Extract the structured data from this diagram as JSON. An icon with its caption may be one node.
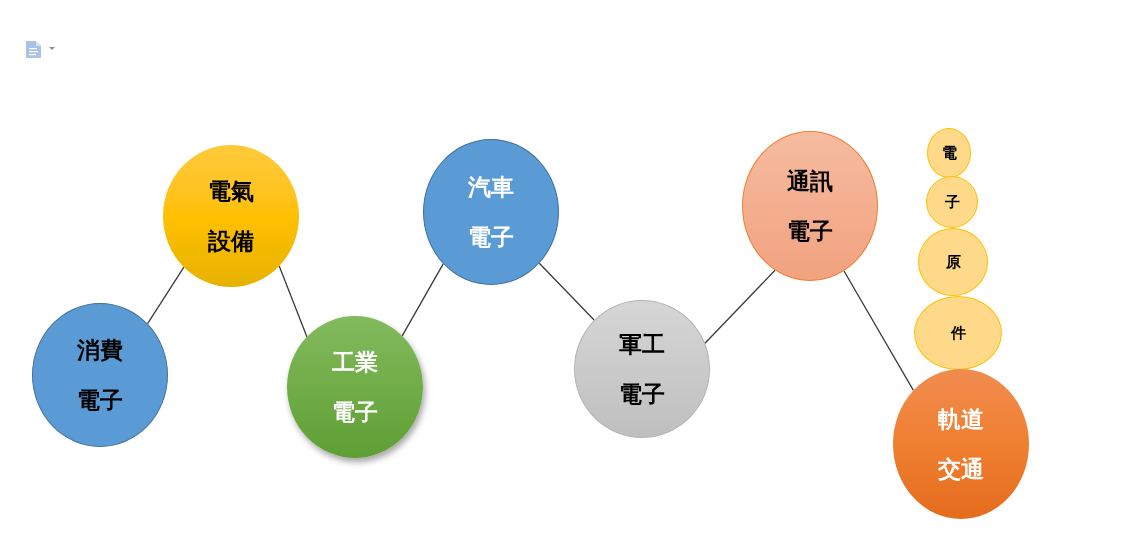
{
  "diagram": {
    "nodes": [
      {
        "text": [
          "消費電子"
        ]
      },
      {
        "text": [
          "電氣設備"
        ]
      },
      {
        "text": [
          "工業電子"
        ]
      },
      {
        "text": [
          "汽車電子"
        ]
      },
      {
        "text": [
          "軍工電子"
        ]
      },
      {
        "text": [
          "通訊電子"
        ]
      },
      {
        "text": [
          "電"
        ]
      },
      {
        "text": [
          "子"
        ]
      },
      {
        "text": [
          "原"
        ]
      },
      {
        "text": [
          "件"
        ]
      },
      {
        "text": [
          "軌道交通"
        ]
      }
    ],
    "edges": [
      {
        "from": 0,
        "to": 1,
        "arrow": "none"
      },
      {
        "from": 1,
        "to": 2,
        "arrow": "none"
      },
      {
        "from": 2,
        "to": 3,
        "arrow": "none"
      },
      {
        "from": 3,
        "to": 4,
        "arrow": "none"
      },
      {
        "from": 4,
        "to": 5,
        "arrow": "none"
      },
      {
        "from": 5,
        "to": 10,
        "arrow": "none"
      }
    ]
  }
}
